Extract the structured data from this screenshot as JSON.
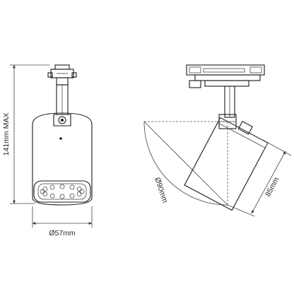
{
  "dimensions": {
    "height_label": "141mm MAX",
    "width_label": "Ø57mm",
    "swing_label": "Ø90mm",
    "head_length_label": "85mm"
  },
  "colors": {
    "line": "#1a1a1a",
    "fill": "#ffffff"
  }
}
